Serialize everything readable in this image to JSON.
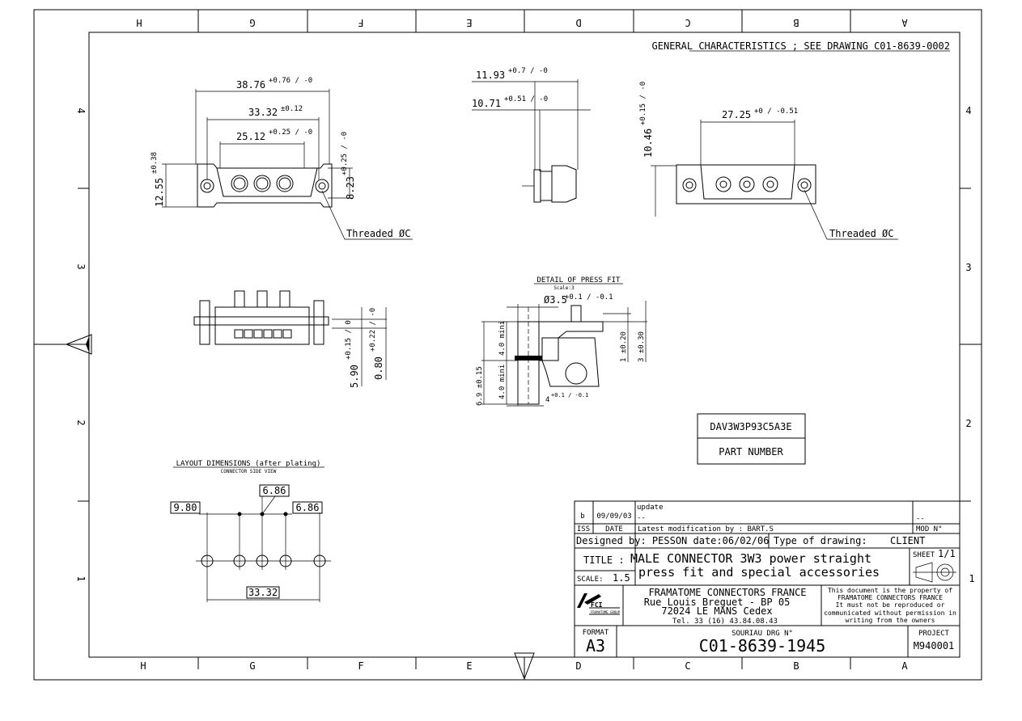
{
  "drawing": {
    "note": "GENERAL CHARACTERISTICS ; SEE DRAWING C01-8639-0002",
    "zone_letters": [
      "H",
      "G",
      "F",
      "E",
      "D",
      "C",
      "B",
      "A"
    ],
    "zone_numbers": [
      "4",
      "3",
      "2",
      "1"
    ]
  },
  "views": {
    "front": {
      "dim_overall": "38.76",
      "dim_overall_tol": "+0.76 / -0",
      "dim_mid": "33.32",
      "dim_mid_tol": "±0.12",
      "dim_inner": "25.12",
      "dim_inner_tol": "+0.25 / -0",
      "dim_height": "12.55",
      "dim_height_tol": "±0.38",
      "dim_shell": "8.23",
      "dim_shell_tol": "+0.25 / -0",
      "thread_label": "Threaded ØC"
    },
    "side": {
      "dim_a": "11.93",
      "dim_a_tol": "+0.7 / -0",
      "dim_b": "10.71",
      "dim_b_tol": "+0.51 / -0"
    },
    "rear": {
      "dim_width": "27.25",
      "dim_width_tol": "+0 / -0.51",
      "dim_height": "10.46",
      "dim_height_tol": "+0.15 / -0",
      "thread_label": "Threaded ØC"
    },
    "bottom": {
      "dim_a": "5.90",
      "dim_a_tol": "+0.15 / 0",
      "dim_b": "0.80",
      "dim_b_tol": "+0.22 / -0"
    },
    "press_fit": {
      "title": "DETAIL OF PRESS FIT",
      "scale": "Scale:3",
      "dim_dia": "Ø3.5",
      "dim_dia_tol": "+0.1 / -0.1",
      "dim_a": "4.0 mini",
      "dim_b": "4.0 mini",
      "dim_c": "6.9 ±0.15",
      "dim_d": "1 ±0.20",
      "dim_e": "3 ±0.30",
      "dim_f": "4",
      "dim_f_tol": "+0.1 / -0.1"
    },
    "layout": {
      "title": "LAYOUT DIMENSIONS (after plating)",
      "subtitle": "CONNECTOR SIDE VIEW",
      "dim_left": "9.80",
      "dim_center": "6.86",
      "dim_right": "6.86",
      "dim_total": "33.32"
    }
  },
  "part": {
    "number": "DAV3W3P93C5A3E",
    "label": "PART   NUMBER"
  },
  "title_block": {
    "rev_note": "update",
    "rev_blank": "--",
    "rev_iss": "b",
    "rev_date": "09/09/03",
    "hdr_iss": "ISS",
    "hdr_date": "DATE",
    "latest_mod": "Latest modification by : BART.S",
    "mod_blank": "--",
    "mod_no": "MOD N°",
    "designed": "Designed by: PESSON  date:06/02/06",
    "type_label": "Type of drawing:",
    "type_value": "CLIENT",
    "title_label": "TITLE :",
    "title_line1": "MALE CONNECTOR 3W3 power straight",
    "title_line2": "press fit and special accessories",
    "sheet_label": "SHEET",
    "sheet_value": "1/1",
    "scale_label": "SCALE:",
    "scale_value": "1.5",
    "company_line1": "FRAMATOME CONNECTORS FRANCE",
    "company_line2": "Rue Louis Breguet - BP 05",
    "company_line3": "72024  LE MANS Cedex",
    "company_line4": "Tel. 33 (16) 43.84.08.43",
    "property_line1": "This document is the property of",
    "property_line2": "FRAMATOME CONNECTORS FRANCE",
    "property_line3": "It must not be reproduced or",
    "property_line4": "communicated without permission in",
    "property_line5": "writing from the owners",
    "logo_text": "FCI",
    "logo_sub": "FRAMATOME GROUP",
    "format_label": "FORMAT",
    "format_value": "A3",
    "drg_label": "SOURIAU DRG N°",
    "drg_value": "C01-8639-1945",
    "project_label": "PROJECT",
    "project_value": "M940001"
  }
}
